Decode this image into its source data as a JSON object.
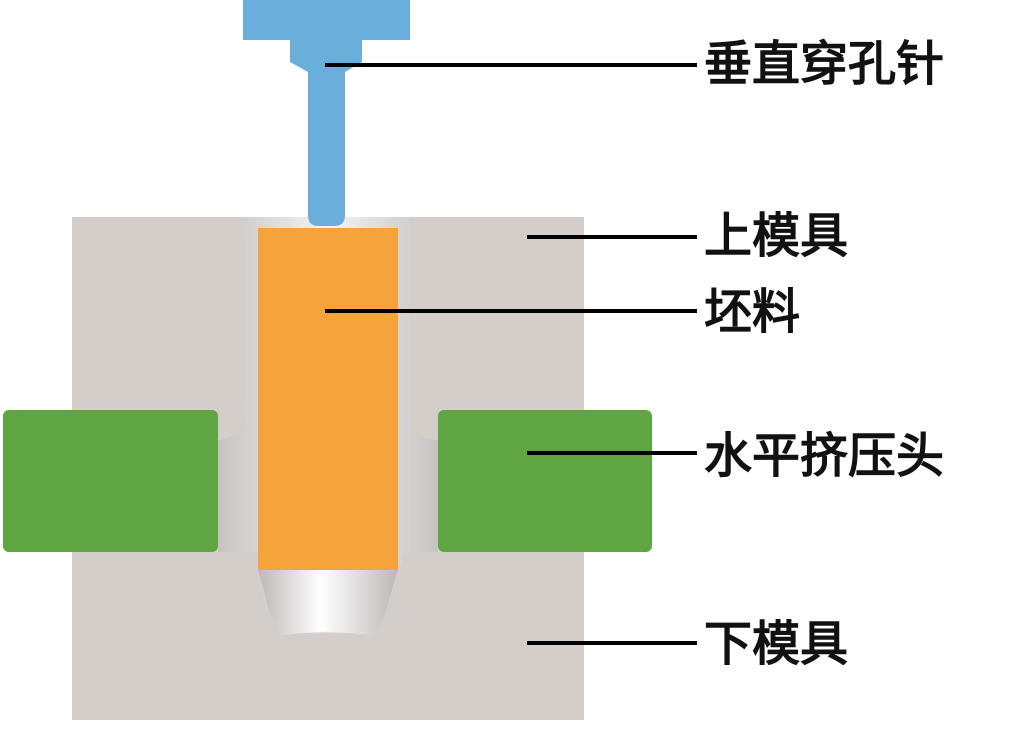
{
  "labels": {
    "punch": "垂直穿孔针",
    "upper_die": "上模具",
    "billet": "坯料",
    "extrusion_head": "水平挤压头",
    "lower_die": "下模具"
  },
  "colors": {
    "punch": "#6aaedb",
    "die": "#d4cecb",
    "billet": "#f5a43b",
    "head": "#5fa642",
    "line": "#000000"
  }
}
